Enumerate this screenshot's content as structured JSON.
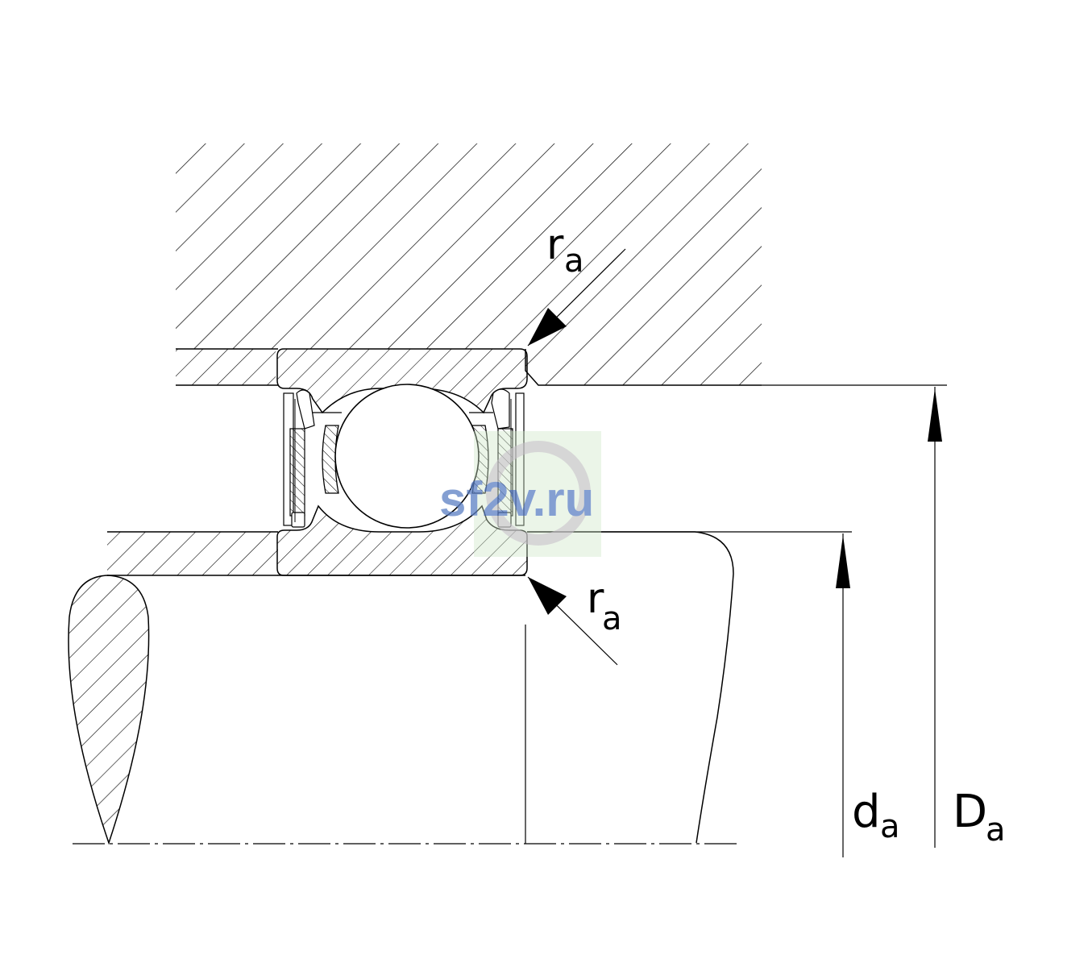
{
  "colors": {
    "line": "#000000",
    "background": "#ffffff",
    "watermark_text": "#5b7fc4",
    "watermark_box": "#cfe8c8"
  },
  "labels": {
    "ra_top_main": "r",
    "ra_top_sub": "a",
    "ra_bottom_main": "r",
    "ra_bottom_sub": "a",
    "da_main": "d",
    "da_sub": "a",
    "Da_main": "D",
    "Da_sub": "a"
  },
  "watermark": {
    "text": "sf2v.ru"
  }
}
